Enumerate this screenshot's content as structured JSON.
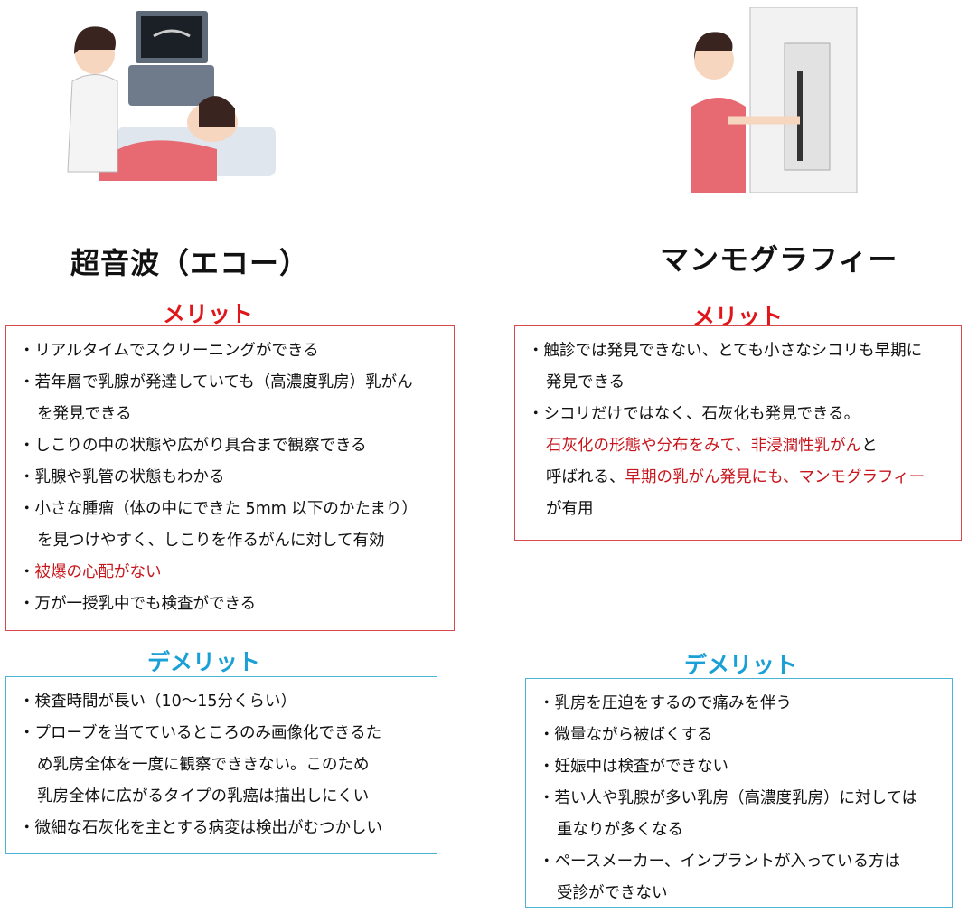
{
  "colors": {
    "merit": "#e0161b",
    "demerit": "#1aa0d6",
    "highlight": "#c8161d"
  },
  "left": {
    "title": "超音波（エコー）",
    "illustration": "ultrasound-exam-illustration",
    "merit_label": "メリット",
    "merits": [
      [
        {
          "t": "・リアルタイムでスクリーニングができる"
        }
      ],
      [
        {
          "t": "・若年層で乳腺が発達していても（高濃度乳房）乳がん"
        }
      ],
      [
        {
          "t": "を発見できる",
          "indent": true
        }
      ],
      [
        {
          "t": "・しこりの中の状態や広がり具合まで観察できる"
        }
      ],
      [
        {
          "t": "・乳腺や乳管の状態もわかる"
        }
      ],
      [
        {
          "t": "・小さな腫瘤（体の中にできた 5mm 以下のかたまり）"
        }
      ],
      [
        {
          "t": "を見つけやすく、しこりを作るがんに対して有効",
          "indent": true
        }
      ],
      [
        {
          "t": "・"
        },
        {
          "t": "被爆の心配がない",
          "hl": true
        }
      ],
      [
        {
          "t": "・万が一授乳中でも検査ができる"
        }
      ]
    ],
    "demerit_label": "デメリット",
    "demerits": [
      [
        {
          "t": "・検査時間が長い（10～15分くらい）"
        }
      ],
      [
        {
          "t": "・プローブを当てているところのみ画像化できるた"
        }
      ],
      [
        {
          "t": "め乳房全体を一度に観察でききない。このため",
          "indent": true
        }
      ],
      [
        {
          "t": "乳房全体に広がるタイプの乳癌は描出しにくい",
          "indent": true
        }
      ],
      [
        {
          "t": "・微細な石灰化を主とする病変は検出がむつかしい"
        }
      ]
    ]
  },
  "right": {
    "title": "マンモグラフィー",
    "illustration": "mammography-exam-illustration",
    "merit_label": "メリット",
    "merits": [
      [
        {
          "t": "・触診では発見できない、とても小さなシコリも早期に"
        }
      ],
      [
        {
          "t": "発見できる",
          "indent": true
        }
      ],
      [
        {
          "t": "・シコリだけではなく、石灰化も発見できる。"
        }
      ],
      [
        {
          "t": "石灰化の形態や分布をみて、非浸潤性乳がん",
          "hl": true,
          "indent": true
        },
        {
          "t": "と"
        }
      ],
      [
        {
          "t": "呼ばれる、",
          "indent": true
        },
        {
          "t": "早期の乳がん発見にも、マンモグラフィー",
          "hl": true
        }
      ],
      [
        {
          "t": "が有用",
          "indent": true
        }
      ]
    ],
    "demerit_label": "デメリット",
    "demerits": [
      [
        {
          "t": "・乳房を圧迫をするので痛みを伴う"
        }
      ],
      [
        {
          "t": "・微量ながら被ばくする"
        }
      ],
      [
        {
          "t": "・妊娠中は検査ができない"
        }
      ],
      [
        {
          "t": "・若い人や乳腺が多い乳房（高濃度乳房）に対しては"
        }
      ],
      [
        {
          "t": "重なりが多くなる",
          "indent": true
        }
      ],
      [
        {
          "t": "・ペースメーカー、インプラントが入っている方は"
        }
      ],
      [
        {
          "t": "受診ができない",
          "indent": true
        }
      ]
    ]
  }
}
